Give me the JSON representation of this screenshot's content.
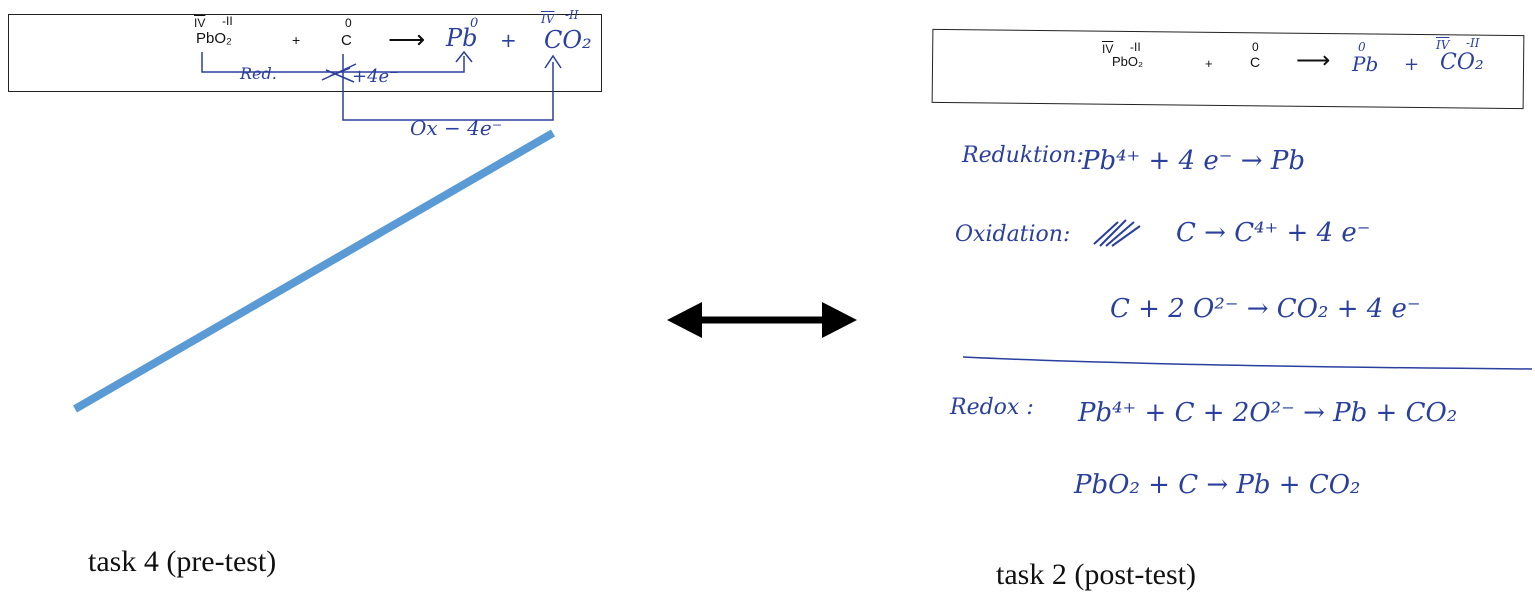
{
  "left": {
    "printed": {
      "pbo2_ox": "IV",
      "pbo2_o": "-II",
      "pbo2": "PbO₂",
      "plus": "+",
      "c_ox": "0",
      "c": "C",
      "arrow": "⟶"
    },
    "handwritten": {
      "pb_ox": "0",
      "pb": "Pb",
      "plus": "+",
      "co2_ox": "IV",
      "co2_o": "-II",
      "co2": "CO₂",
      "red_label": "Red.",
      "red_electrons": "+4e⁻",
      "ox_label": "Ox − 4e⁻"
    },
    "caption": "task 4 (pre-test)"
  },
  "right": {
    "printed": {
      "pbo2_ox": "IV",
      "pbo2_o": "-II",
      "pbo2": "PbO₂",
      "plus": "+",
      "c_ox": "0",
      "c": "C",
      "arrow": "⟶"
    },
    "handwritten": {
      "pb_ox": "0",
      "pb": "Pb",
      "plus": "+",
      "co2_ox": "IV",
      "co2_o": "-II",
      "co2": "CO₂",
      "reduction_label": "Reduktion:",
      "reduction_eq": "Pb⁴⁺  +  4 e⁻   →  Pb",
      "oxidation_label": "Oxidation:",
      "oxidation_eq": "C       →  C⁴⁺  +  4 e⁻",
      "oxidation_eq2": "C + 2 O²⁻      →  CO₂  +  4 e⁻",
      "redox_label": "Redox :",
      "redox_eq": "Pb⁴⁺ + C + 2O²⁻ →  Pb + CO₂",
      "final_eq": "PbO₂   +   C      →  Pb + CO₂"
    },
    "caption": "task 2 (post-test)"
  },
  "colors": {
    "ink": "#2a3f9e",
    "strike": "#5b9bd5",
    "arrow": "#000000"
  }
}
